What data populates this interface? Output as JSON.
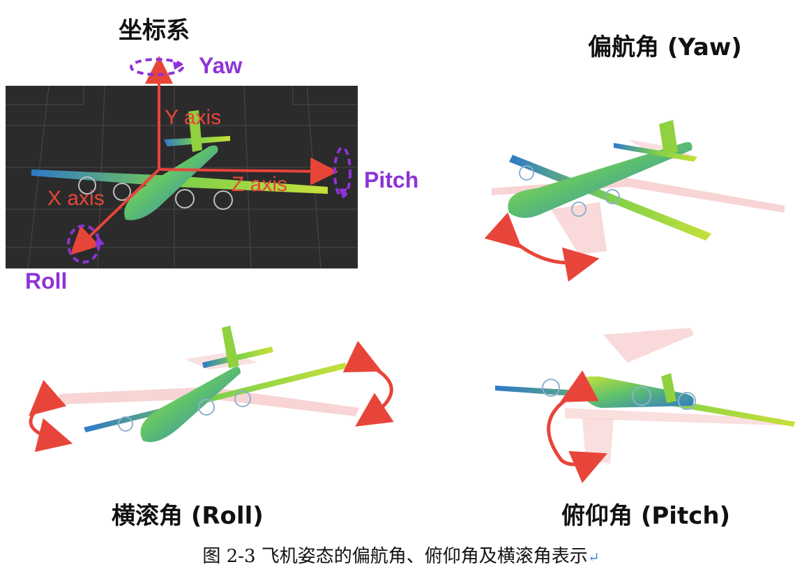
{
  "panels": {
    "coord": {
      "title": "坐标系"
    },
    "yaw": {
      "title": "偏航角 (Yaw)"
    },
    "roll": {
      "title": "横滚角 (Roll)"
    },
    "pitch": {
      "title": "俯仰角 (Pitch)"
    }
  },
  "axes": {
    "y_label": "Y axis",
    "x_label": "X axis",
    "z_label": "Z axis"
  },
  "rotations": {
    "yaw": "Yaw",
    "pitch": "Pitch",
    "roll": "Roll"
  },
  "caption": "图 2-3 飞机姿态的偏航角、俯仰角及横滚角表示",
  "caption_mark": "↵",
  "colors": {
    "axis_red": "#e8453a",
    "rotation_purple": "#8e33d8",
    "viewport_bg": "#2b2b2b",
    "shadow_pink": "#f6c9c9",
    "plane_green": "#8fd13f",
    "plane_blue": "#2f79c9"
  }
}
